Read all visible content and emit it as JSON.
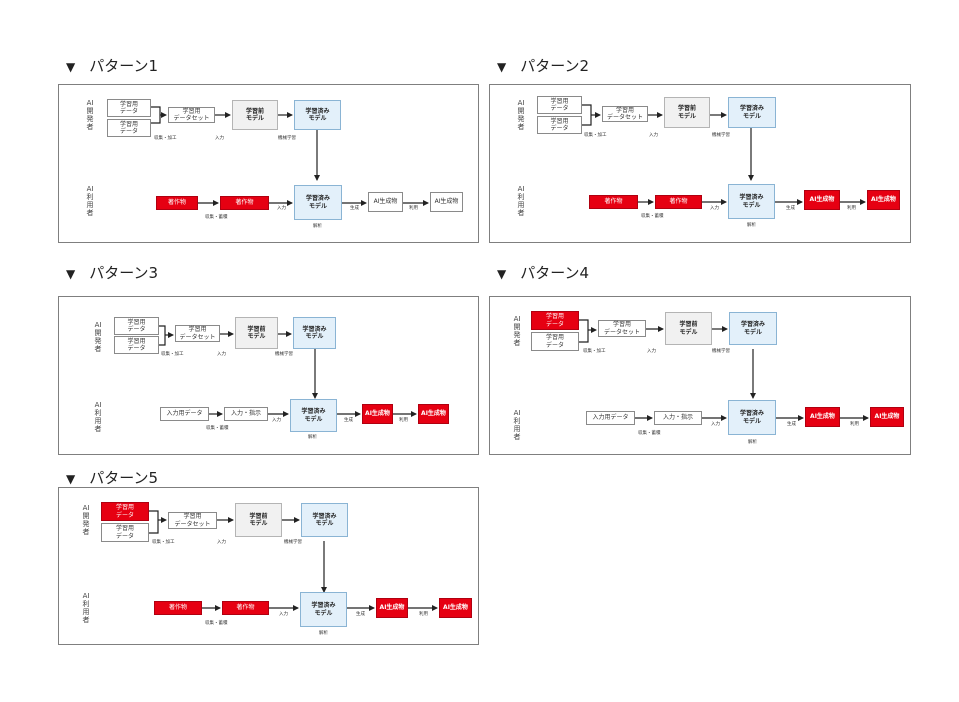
{
  "patterns": [
    {
      "title": "パターン1",
      "developer_label": "AI開発者",
      "user_label": "AI利用者",
      "dev": {
        "data_a": "学習用\nデータ",
        "data_b": "学習用\nデータ",
        "dataset": "学習用\nデータセット",
        "pre_model": "学習前\nモデル",
        "trained_model": "学習済み\nモデル",
        "collect_label": "収集・加工",
        "input_label": "入力",
        "ml_label": "機械学習"
      },
      "user": {
        "input_a": "著作物",
        "input_b": "著作物",
        "trained_model": "学習済み\nモデル",
        "output_1": "AI生成物",
        "output_2": "AI生成物",
        "collect_label": "収集・蓄積",
        "input_label": "入力",
        "gen_label": "生成",
        "use_label": "利用",
        "analysis_label": "解析"
      }
    },
    {
      "title": "パターン2",
      "developer_label": "AI開発者",
      "user_label": "AI利用者",
      "dev": {
        "data_a": "学習用\nデータ",
        "data_b": "学習用\nデータ",
        "dataset": "学習用\nデータセット",
        "pre_model": "学習前\nモデル",
        "trained_model": "学習済み\nモデル",
        "collect_label": "収集・加工",
        "input_label": "入力",
        "ml_label": "機械学習"
      },
      "user": {
        "input_a": "著作物",
        "input_b": "著作物",
        "trained_model": "学習済み\nモデル",
        "output_1": "AI生成物",
        "output_2": "AI生成物",
        "collect_label": "収集・蓄積",
        "input_label": "入力",
        "gen_label": "生成",
        "use_label": "利用",
        "analysis_label": "解析"
      }
    },
    {
      "title": "パターン3",
      "developer_label": "AI開発者",
      "user_label": "AI利用者",
      "dev": {
        "data_a": "学習用\nデータ",
        "data_b": "学習用\nデータ",
        "dataset": "学習用\nデータセット",
        "pre_model": "学習前\nモデル",
        "trained_model": "学習済み\nモデル",
        "collect_label": "収集・加工",
        "input_label": "入力",
        "ml_label": "機械学習"
      },
      "user": {
        "input_a": "入力用データ",
        "input_b": "入力・指示",
        "trained_model": "学習済み\nモデル",
        "output_1": "AI生成物",
        "output_2": "AI生成物",
        "collect_label": "収集・蓄積",
        "input_label": "入力",
        "gen_label": "生成",
        "use_label": "利用",
        "analysis_label": "解析"
      }
    },
    {
      "title": "パターン4",
      "developer_label": "AI開発者",
      "user_label": "AI利用者",
      "dev": {
        "data_a": "学習用\nデータ",
        "data_b": "学習用\nデータ",
        "dataset": "学習用\nデータセット",
        "pre_model": "学習前\nモデル",
        "trained_model": "学習済み\nモデル",
        "collect_label": "収集・加工",
        "input_label": "入力",
        "ml_label": "機械学習"
      },
      "user": {
        "input_a": "入力用データ",
        "input_b": "入力・指示",
        "trained_model": "学習済み\nモデル",
        "output_1": "AI生成物",
        "output_2": "AI生成物",
        "collect_label": "収集・蓄積",
        "input_label": "入力",
        "gen_label": "生成",
        "use_label": "利用",
        "analysis_label": "解析"
      }
    },
    {
      "title": "パターン5",
      "developer_label": "AI開発者",
      "user_label": "AI利用者",
      "dev": {
        "data_a": "学習用\nデータ",
        "data_b": "学習用\nデータ",
        "dataset": "学習用\nデータセット",
        "pre_model": "学習前\nモデル",
        "trained_model": "学習済み\nモデル",
        "collect_label": "収集・加工",
        "input_label": "入力",
        "ml_label": "機械学習"
      },
      "user": {
        "input_a": "著作物",
        "input_b": "著作物",
        "trained_model": "学習済み\nモデル",
        "output_1": "AI生成物",
        "output_2": "AI生成物",
        "collect_label": "収集・蓄積",
        "input_label": "入力",
        "gen_label": "生成",
        "use_label": "利用",
        "analysis_label": "解析"
      }
    }
  ],
  "colors": {
    "highlight_red": "#e60012",
    "pre_model_gray": "#f1f1f1",
    "trained_model_blue": "#e3f0fa",
    "border": "#7f7f7f"
  }
}
